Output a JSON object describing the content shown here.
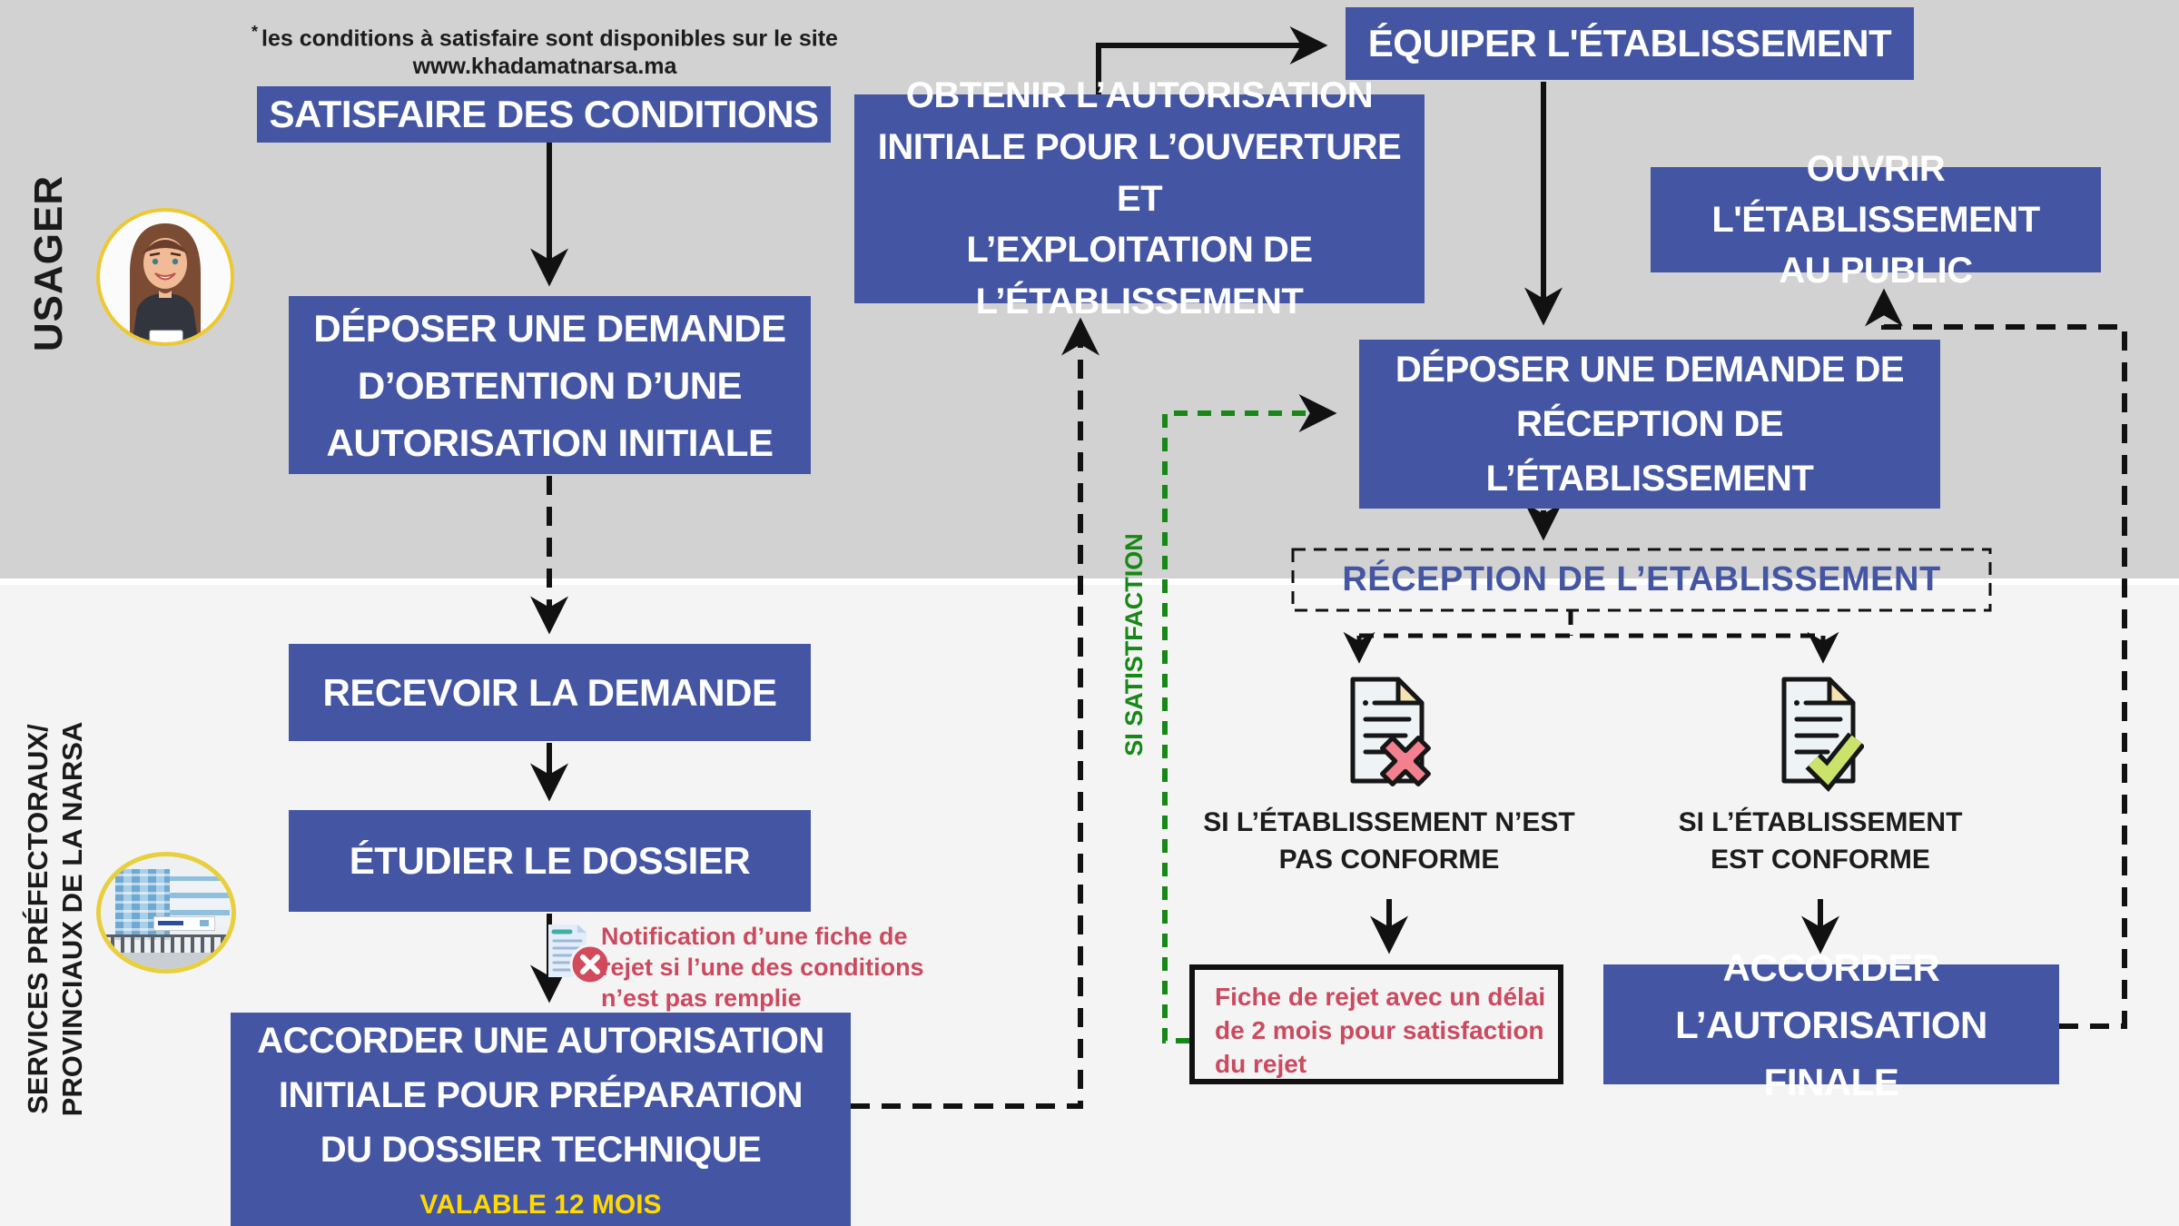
{
  "palette": {
    "box_blue": "#4456a3",
    "bg_top": "#d2d2d2",
    "bg_bottom": "#f4f4f4",
    "green": "#178717",
    "red_text": "#cb4a5f",
    "yellow": "#ffd900",
    "line_black": "#111111",
    "badge_red": "#d24b5d",
    "cross_pink": "#f2808f",
    "check_green": "#cbe36b"
  },
  "icons": {
    "cross": "✕",
    "check": "✓"
  },
  "note": {
    "star": "*",
    "text": "les conditions à satisfaire sont disponibles sur le site\nwww.khadamatnarsa.ma"
  },
  "lanes": {
    "usager": "USAGER",
    "services": "SERVICES PRÉFECTORAUX/\nPROVINCIAUX DE LA NARSA"
  },
  "boxes": {
    "satisfaire": "SATISFAIRE DES CONDITIONS",
    "deposer_initiale": "DÉPOSER UNE DEMANDE\nD’OBTENTION D’UNE\nAUTORISATION INITIALE",
    "recevoir": "RECEVOIR LA DEMANDE",
    "etudier": "ÉTUDIER LE DOSSIER",
    "accorder_initiale": "ACCORDER UNE AUTORISATION\nINITIALE POUR PRÉPARATION\nDU DOSSIER TECHNIQUE",
    "accorder_initiale_note": "VALABLE 12 MOIS",
    "obtenir": "OBTENIR L’AUTORISATION\nINITIALE POUR L’OUVERTURE ET\nL’EXPLOITATION DE\nL’ÉTABLISSEMENT",
    "equiper": "ÉQUIPER L'ÉTABLISSEMENT",
    "ouvrir": "OUVRIR L'ÉTABLISSEMENT\nAU PUBLIC",
    "deposer_reception": "DÉPOSER UNE DEMANDE DE\nRÉCEPTION DE\nL’ÉTABLISSEMENT",
    "reception": "RÉCEPTION DE L’ETABLISSEMENT",
    "accorder_finale": "ACCORDER\nL’AUTORISATION FINALE"
  },
  "labels": {
    "si_satisfaction": "SI SATISTFACTION",
    "non_conforme": "SI L’ÉTABLISSEMENT N’EST\nPAS CONFORME",
    "conforme": "SI L’ÉTABLISSEMENT\nEST CONFORME",
    "notification": "Notification d’une fiche de\nrejet si l’une des conditions\nn’est pas remplie",
    "fiche_rejet": "Fiche de rejet avec un délai\nde 2 mois pour satisfaction\ndu rejet"
  }
}
